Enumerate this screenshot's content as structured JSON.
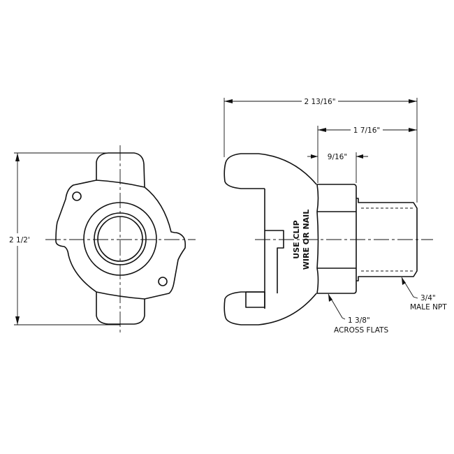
{
  "front_view": {
    "height_dimension": "2 1/2'"
  },
  "side_view": {
    "overall_length": "2 13/16\"",
    "hex_to_end_length": "1 7/16\"",
    "hex_width": "9/16\"",
    "across_flats_value": "1 3/8\"",
    "across_flats_label": "ACROSS FLATS",
    "thread_size": "3/4\"",
    "thread_type": "MALE NPT",
    "embossed_line1": "USE CLIP",
    "embossed_line2": "WIRE OR NAIL"
  }
}
